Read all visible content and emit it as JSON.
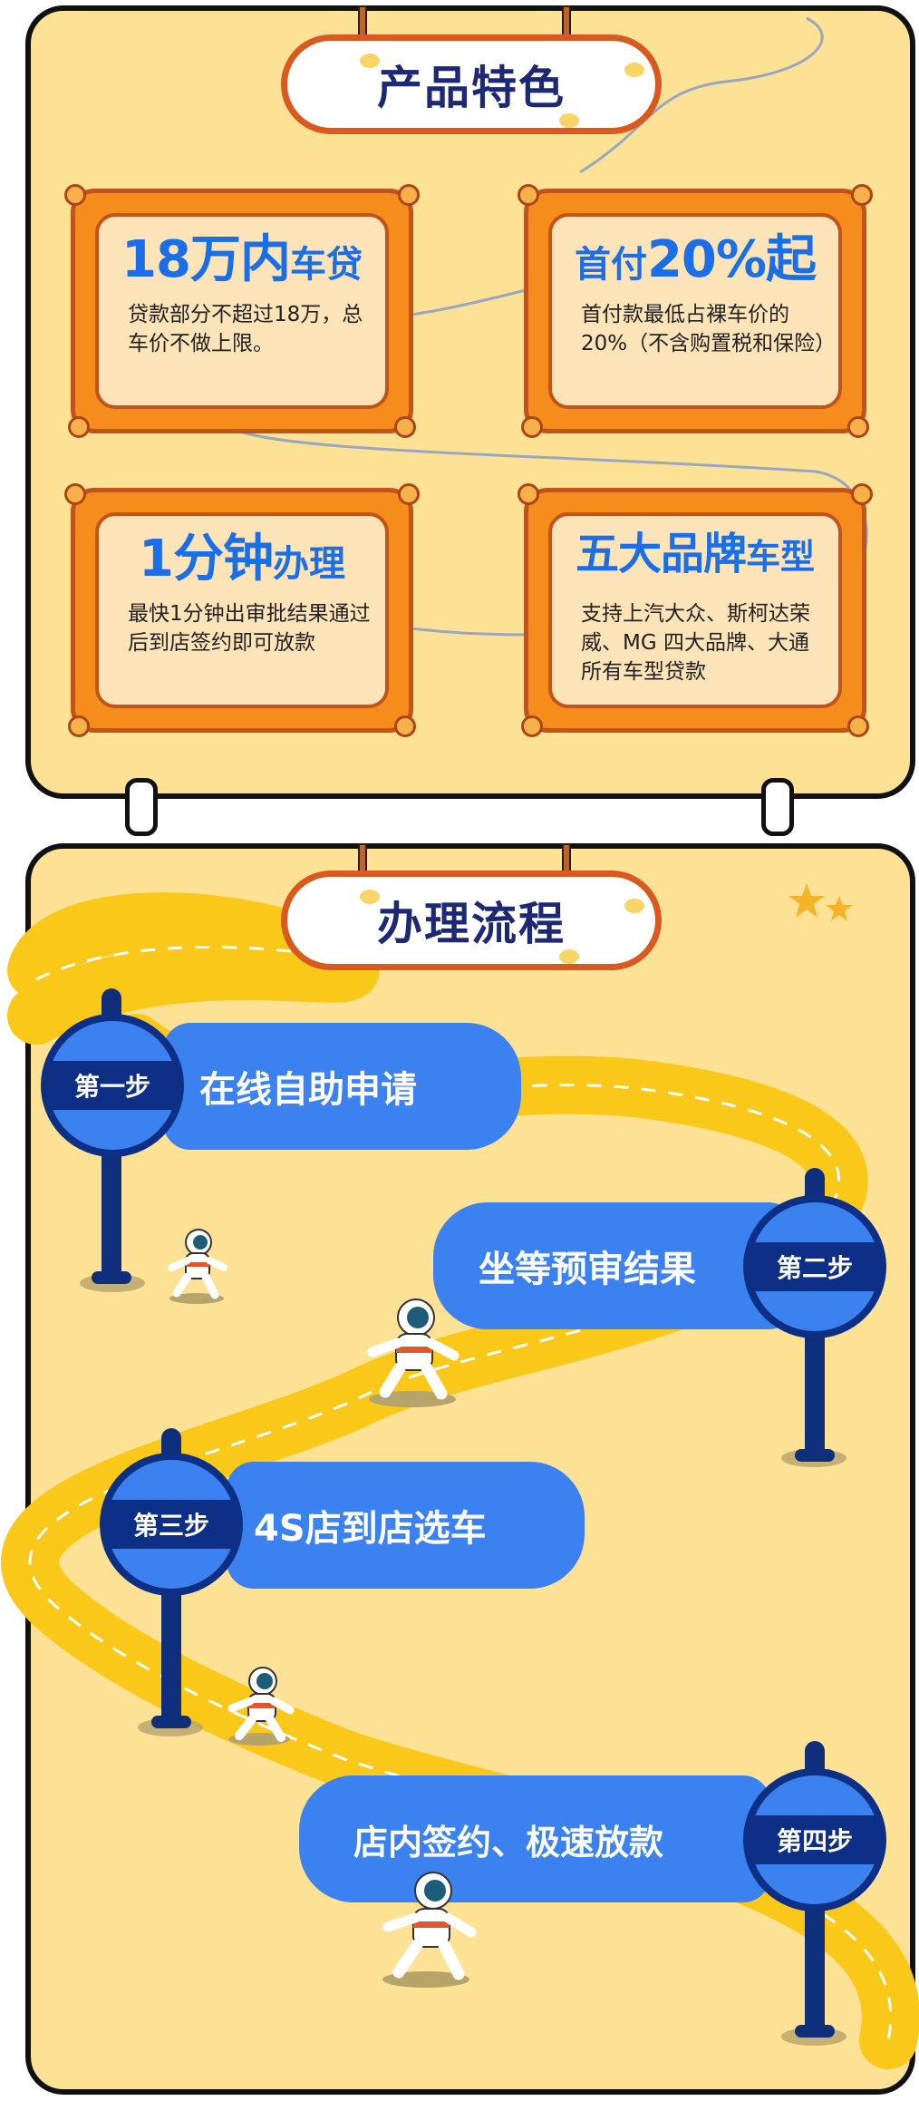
{
  "features": {
    "title": "产品特色",
    "cards": [
      {
        "headline_large": "18万内",
        "headline_small": "车贷",
        "description": "贷款部分不超过18万，总车价不做上限。"
      },
      {
        "headline_small": "首付",
        "headline_large": "20%起",
        "description": "首付款最低占裸车价的20%（不含购置税和保险）"
      },
      {
        "headline_large": "1分钟",
        "headline_small": "办理",
        "description": "最快1分钟出审批结果通过后到店签约即可放款"
      },
      {
        "headline_large": "五大品牌",
        "headline_small": "车型",
        "description": "支持上汽大众、斯柯达荣威、MG 四大品牌、大通所有车型贷款"
      }
    ]
  },
  "process": {
    "title": "办理流程",
    "steps": [
      {
        "badge": "第一步",
        "text": "在线自助申请"
      },
      {
        "badge": "第二步",
        "text": "坐等预审结果"
      },
      {
        "badge": "第三步",
        "text": "4S店到店选车"
      },
      {
        "badge": "第四步",
        "text": "店内签约、极速放款"
      }
    ]
  },
  "colors": {
    "panel": "#fde296",
    "accent_orange": "#f58c1b",
    "headline_blue": "#1a6fe8",
    "sign_blue": "#3b82f0",
    "sign_dark": "#0d2f86",
    "road_yellow": "#f9c818"
  },
  "icons": [
    "astronaut-icon",
    "star-icon",
    "pushpin-icon"
  ]
}
